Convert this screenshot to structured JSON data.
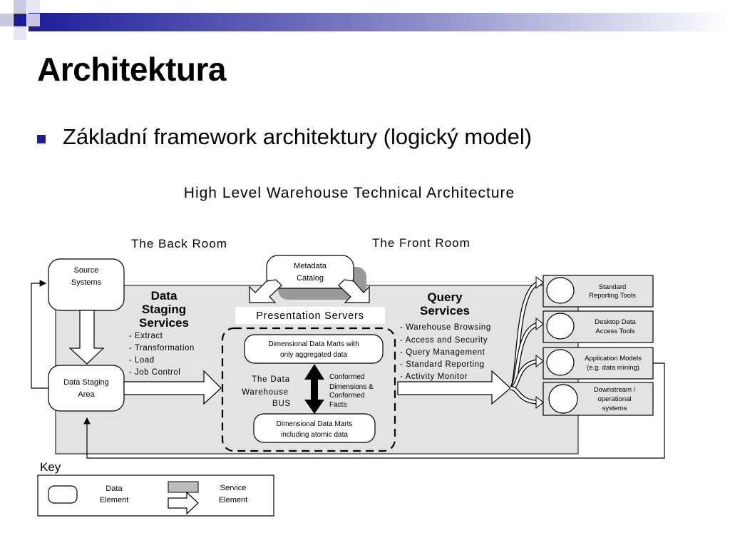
{
  "slide": {
    "title": "Architektura",
    "bullet": "Základní framework architektury (logický model)",
    "bullet_color": "#1d1d9a"
  },
  "diagram": {
    "title": "High Level Warehouse Technical Architecture",
    "back_room": "The Back Room",
    "front_room": "The Front Room",
    "metadata_catalog": [
      "Metadata",
      "Catalog"
    ],
    "source_systems": [
      "Source",
      "Systems"
    ],
    "data_staging_area": [
      "Data Staging",
      "Area"
    ],
    "data_staging_services": {
      "title": [
        "Data",
        "Staging",
        "Services"
      ],
      "items": [
        "- Extract",
        "- Transformation",
        "- Load",
        "- Job Control"
      ]
    },
    "presentation_servers": "Presentation Servers",
    "dm_aggregated": [
      "Dimensional Data Marts with",
      "only aggregated data"
    ],
    "dm_atomic": [
      "Dimensional Data Marts",
      "including atomic data"
    ],
    "dw_bus": [
      "The Data",
      "Warehouse",
      "BUS"
    ],
    "conformed": [
      "Conformed",
      "Dimensions &",
      "Conformed",
      "Facts"
    ],
    "query_services": {
      "title": [
        "Query",
        "Services"
      ],
      "items": [
        "- Warehouse Browsing",
        "- Access and Security",
        "- Query Management",
        "- Standard Reporting",
        "- Activity Monitor"
      ]
    },
    "tools": [
      [
        "Standard",
        "Reporting Tools"
      ],
      [
        "Desktop Data",
        "Access Tools"
      ],
      [
        "Application Models",
        "(e.g. data mining)"
      ],
      [
        "Downstream /",
        "operational",
        "systems"
      ]
    ],
    "key": {
      "title": "Key",
      "data_element": [
        "Data",
        "Element"
      ],
      "service_element": [
        "Service",
        "Element"
      ]
    },
    "colors": {
      "panel": "#e3e3e3",
      "shadow": "#999999",
      "arrow_head": "#000000"
    }
  }
}
